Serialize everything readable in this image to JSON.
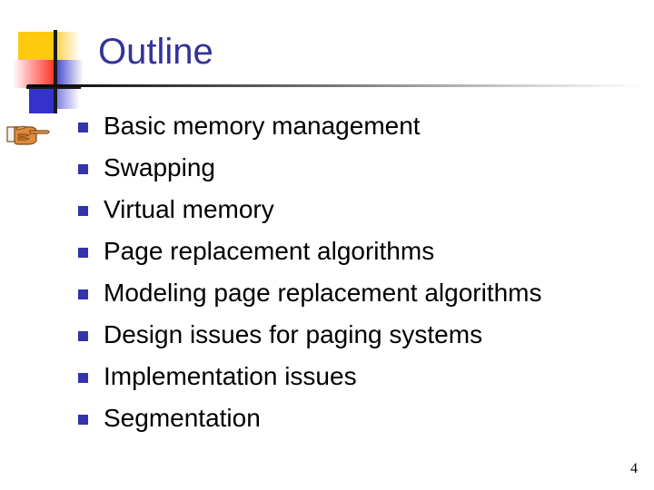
{
  "slide": {
    "title": "Outline",
    "page_number": "4",
    "title_color": "#333399",
    "bullet_color": "#3333aa",
    "body_text_color": "#000000",
    "background_color": "#ffffff",
    "logo": {
      "name": "mondrian-logo",
      "yellow": "#ffc90e",
      "red": "#ff2b20",
      "blue": "#3333cc",
      "rule": "#1a1a1a"
    },
    "pointer": {
      "icon": "pointing-hand-icon",
      "glyph": "☛"
    },
    "bullets": [
      {
        "label": "Basic memory management"
      },
      {
        "label": "Swapping"
      },
      {
        "label": "Virtual memory"
      },
      {
        "label": "Page replacement algorithms"
      },
      {
        "label": "Modeling page replacement algorithms"
      },
      {
        "label": "Design issues for paging systems"
      },
      {
        "label": "Implementation issues"
      },
      {
        "label": "Segmentation"
      }
    ]
  }
}
